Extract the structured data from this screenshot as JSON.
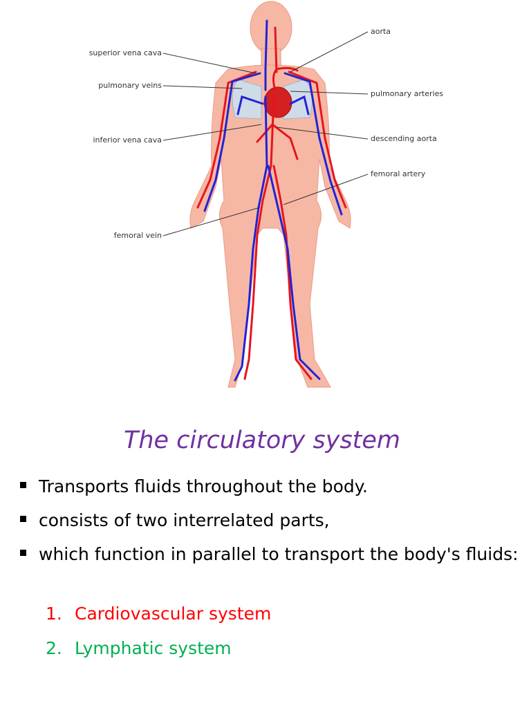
{
  "figure": {
    "labels": {
      "aorta": "aorta",
      "superior_vena_cava": "superior vena cava",
      "pulmonary_veins": "pulmonary veins",
      "pulmonary_arteries": "pulmonary arteries",
      "inferior_vena_cava": "inferior vena cava",
      "descending_aorta": "descending aorta",
      "femoral_artery": "femoral artery",
      "femoral_vein": "femoral vein"
    }
  },
  "title": "The circulatory system",
  "bullets": [
    "Transports fluids throughout the body.",
    " consists of two interrelated parts,",
    " which function in parallel to transport the body's fluids:"
  ],
  "numbered": [
    {
      "num": "1.",
      "text": "Cardiovascular system",
      "color": "#ff0000"
    },
    {
      "num": "2.",
      "text": "Lymphatic system",
      "color": "#00b050"
    }
  ],
  "colors": {
    "title": "#7030a0",
    "artery": "#e8141c",
    "vein": "#2222d8",
    "skin": "#f6b8a4"
  }
}
